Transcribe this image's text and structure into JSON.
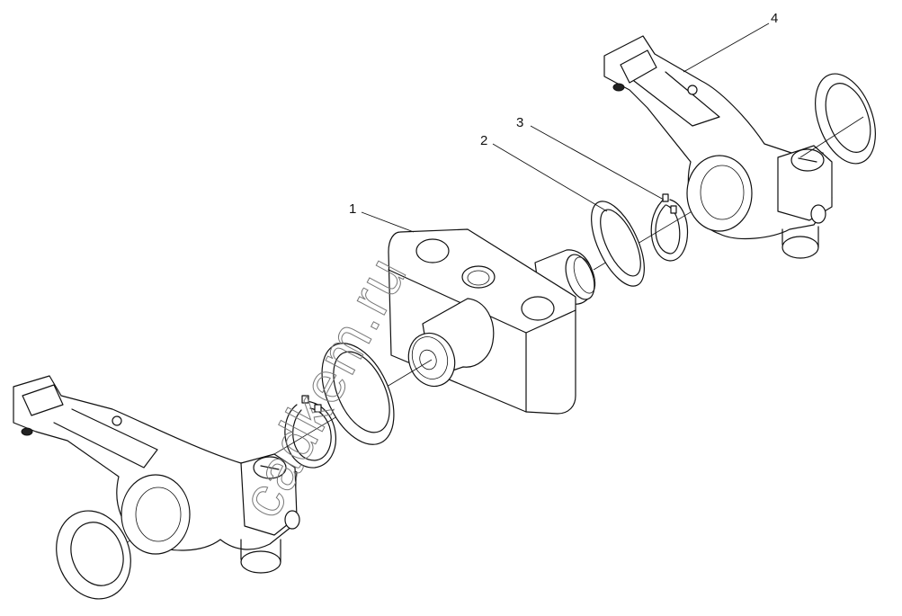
{
  "callouts": [
    {
      "id": "1",
      "text": "1"
    },
    {
      "id": "2",
      "text": "2"
    },
    {
      "id": "3",
      "text": "3"
    },
    {
      "id": "4",
      "text": "4"
    }
  ],
  "watermark": "cadkem.ru",
  "colors": {
    "line": "#111111",
    "background": "#ffffff",
    "watermark": "#777777"
  }
}
